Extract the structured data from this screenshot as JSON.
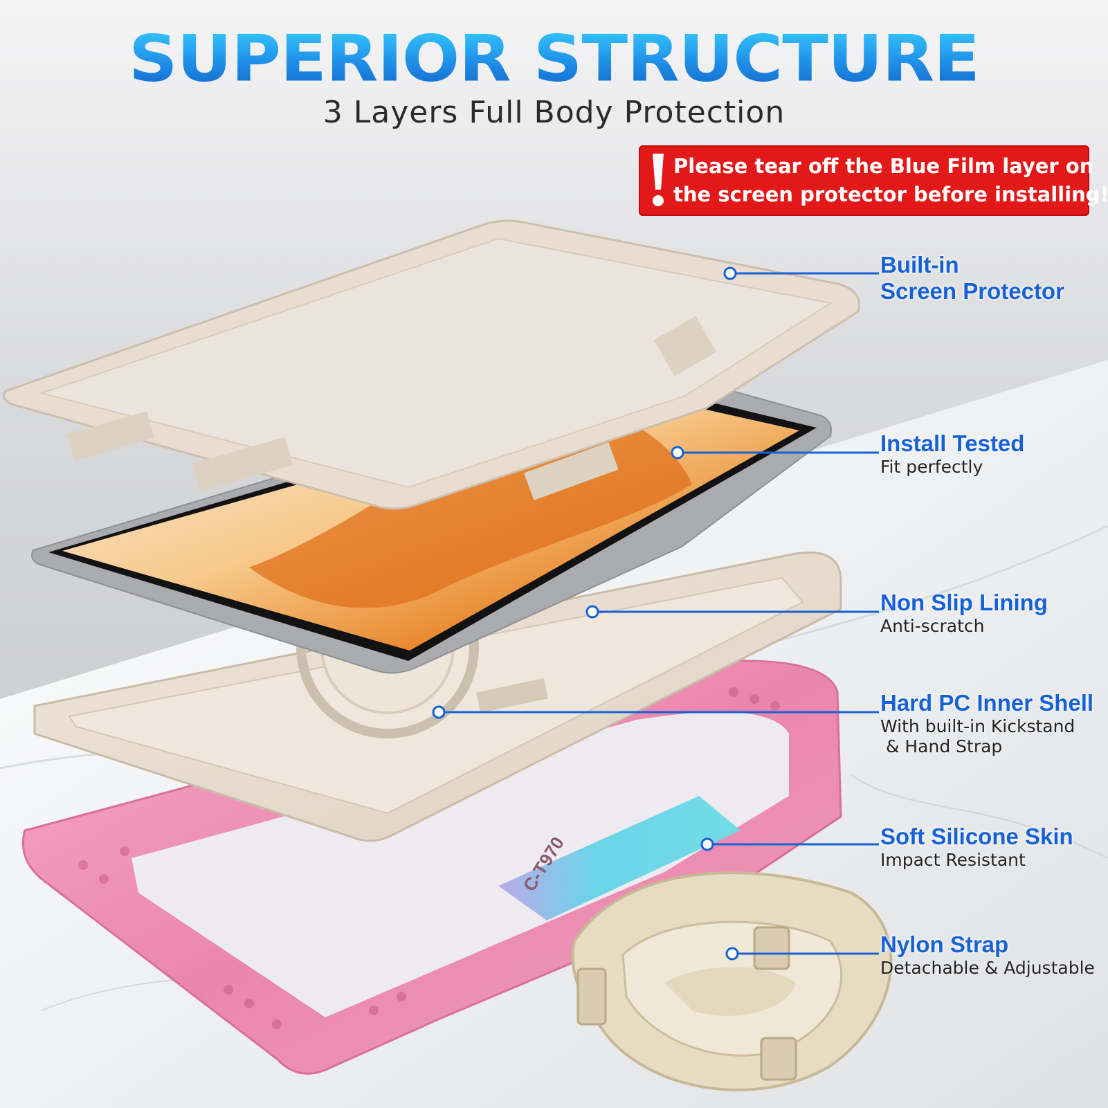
{
  "title": "SUPERIOR STRUCTURE",
  "subtitle": "3 Layers Full Body Protection",
  "warning": {
    "icon": "exclamation-icon",
    "line1": "Please tear off the Blue Film layer on",
    "line2": "the screen protector before installing!"
  },
  "model_mark": "C-T970",
  "colors": {
    "title_blue": "#1f8fe8",
    "callout_blue": "#1761d6",
    "warning_red": "#e31818",
    "frame_beige": "#e8ddd0",
    "silicone_pink": "#ee90b4",
    "accent_cyan": "#5fd6e6"
  },
  "callouts": [
    {
      "title": "Built-in",
      "title2": "Screen Protector",
      "subtitle": ""
    },
    {
      "title": "Install Tested",
      "subtitle": "Fit perfectly"
    },
    {
      "title": "Non Slip Lining",
      "subtitle": "Anti-scratch"
    },
    {
      "title": "Hard PC Inner Shell",
      "subtitle": "With built-in Kickstand",
      "subtitle2": " & Hand Strap"
    },
    {
      "title": "Soft Silicone Skin",
      "subtitle": "Impact Resistant"
    },
    {
      "title": "Nylon Strap",
      "subtitle": "Detachable & Adjustable"
    }
  ]
}
